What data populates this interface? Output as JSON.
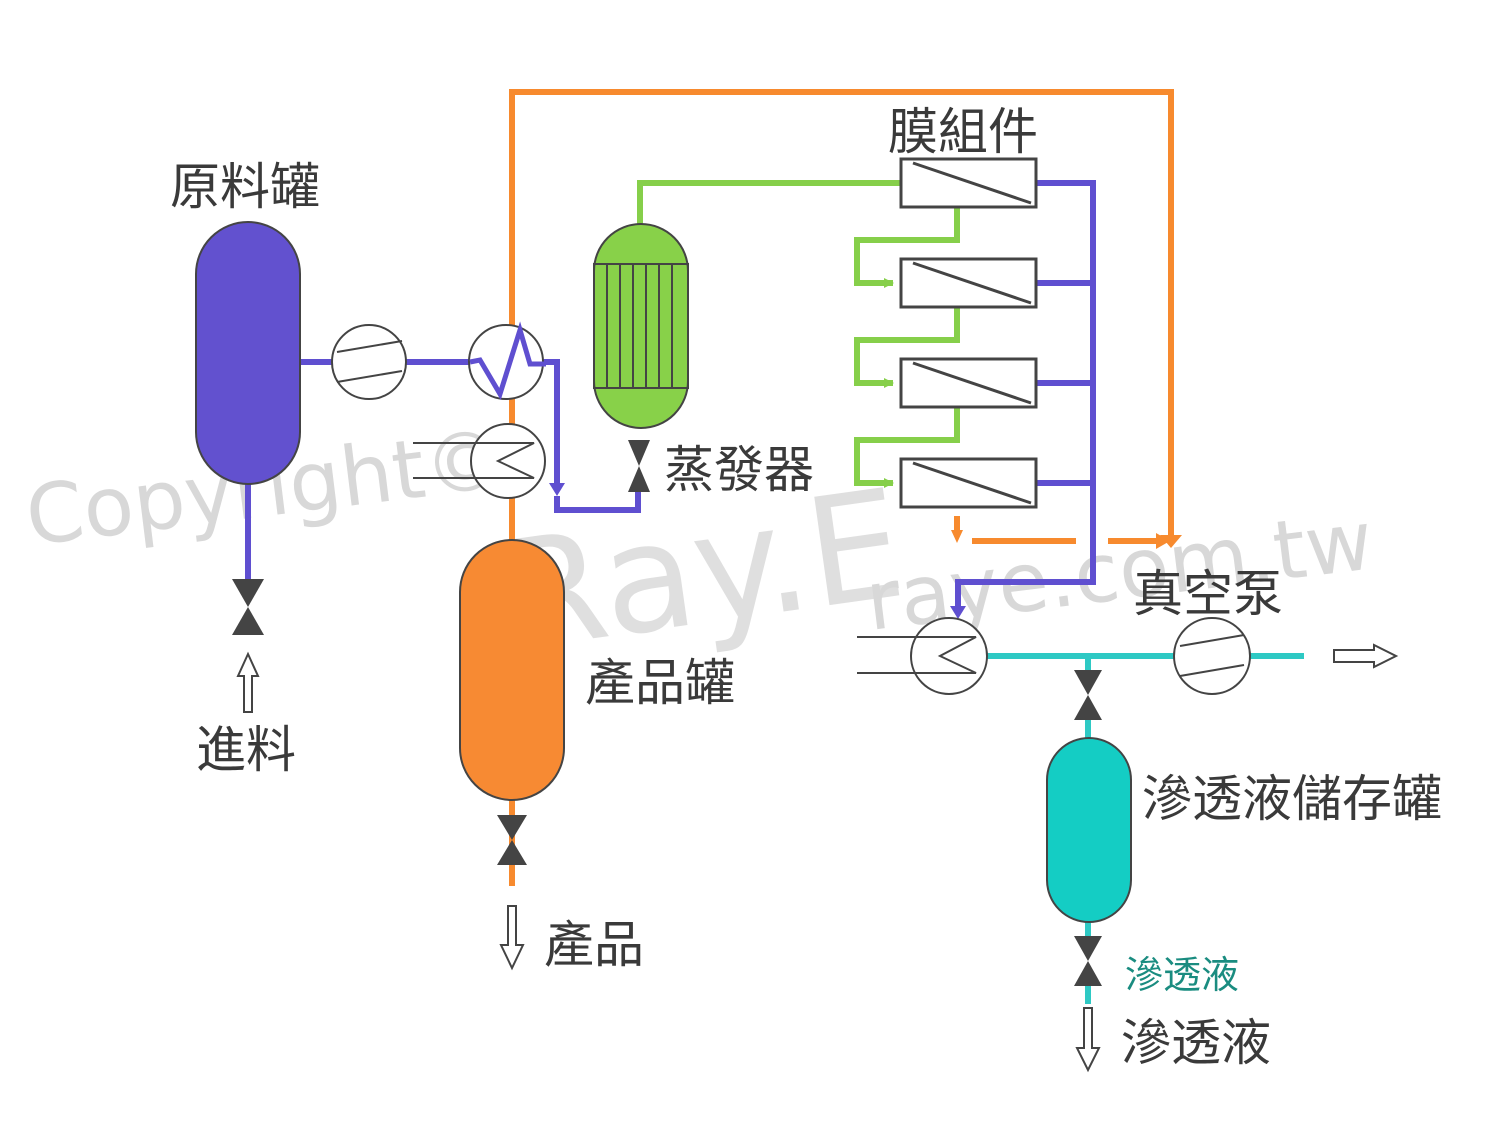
{
  "labels": {
    "feed_tank": "原料罐",
    "feed": "進料",
    "membrane_module": "膜組件",
    "evaporator": "蒸發器",
    "product_tank": "產品罐",
    "product": "產品",
    "vacuum_pump": "真空泵",
    "permeate_storage_tank": "滲透液儲存罐",
    "permeate_small": "滲透液",
    "permeate": "滲透液"
  },
  "watermark": {
    "copyright": "Copyright©",
    "brand": "Ray.E",
    "site": "raye.com.tw"
  },
  "colors": {
    "feed_line": "#5f4fd0",
    "retentate_line": "#f78a2e",
    "vapor_line": "#86cf4a",
    "permeate_line": "#2ec9c4",
    "feed_tank": "#6251cf",
    "product_tank": "#f78a33",
    "evaporator": "#88d149",
    "permeate_tank": "#14cdc4",
    "valve": "#444444",
    "outline": "#444444",
    "permeate_small_text": "#1a8c80"
  }
}
